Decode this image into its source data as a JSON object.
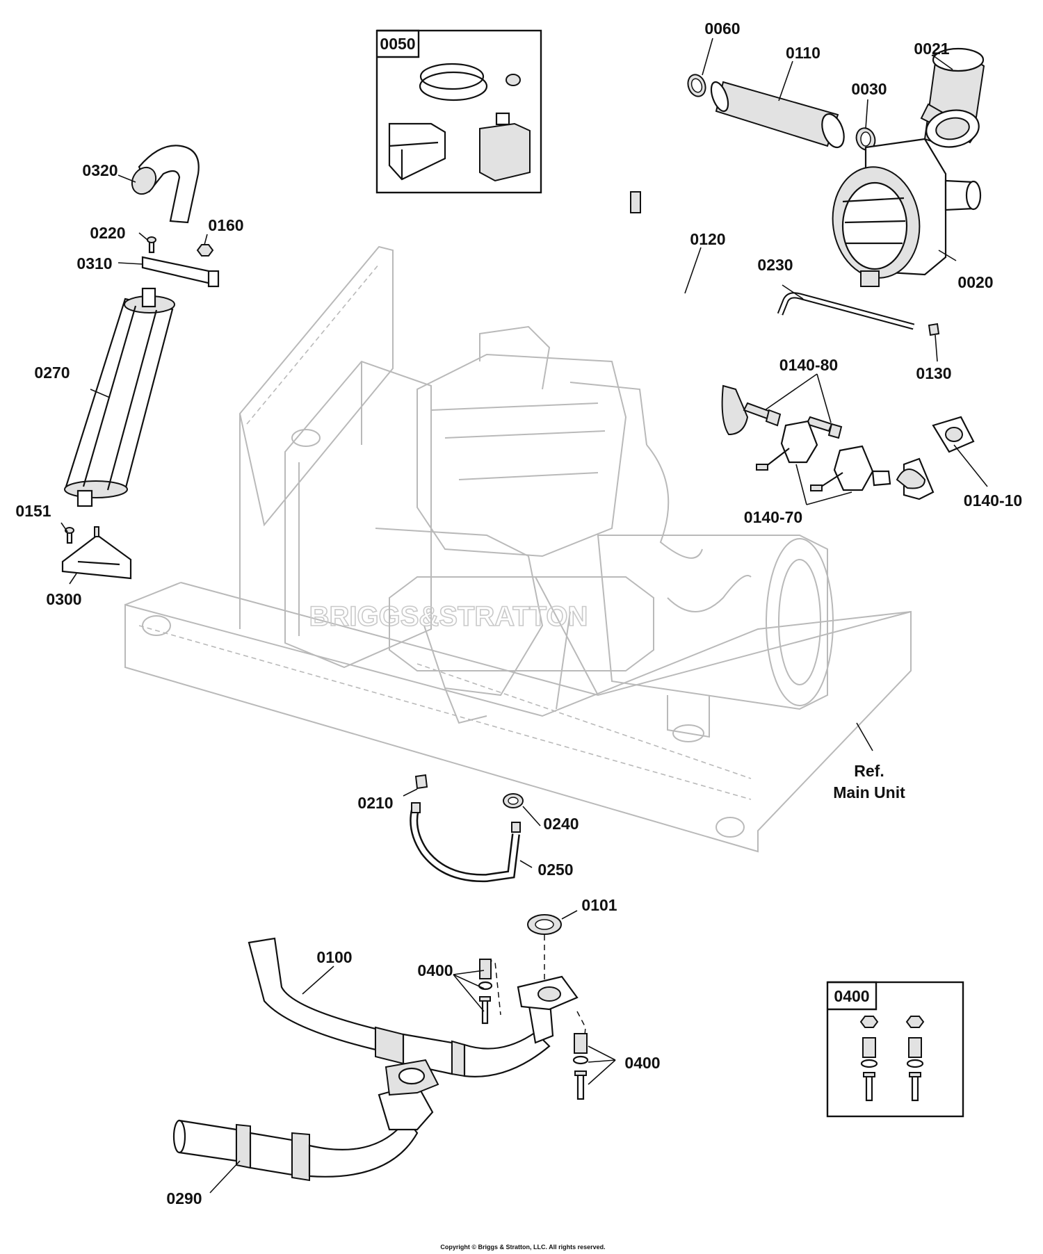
{
  "kit_box_0050": {
    "title": "0050"
  },
  "kit_box_0400": {
    "title": "0400"
  },
  "callouts": {
    "c0060": "0060",
    "c0110": "0110",
    "c0021": "0021",
    "c0030": "0030",
    "c0320": "0320",
    "c0220": "0220",
    "c0160": "0160",
    "c0310": "0310",
    "c0120": "0120",
    "c0230": "0230",
    "c0020": "0020",
    "c0270": "0270",
    "c0130": "0130",
    "c0140_80": "0140-80",
    "c0140_70": "0140-70",
    "c0140_10": "0140-10",
    "c0151": "0151",
    "c0300": "0300",
    "c0210": "0210",
    "c0240": "0240",
    "c0250": "0250",
    "c0101": "0101",
    "c0100": "0100",
    "c0400a": "0400",
    "c0400b": "0400",
    "c0290": "0290"
  },
  "reference": {
    "line1": "Ref.",
    "line2": "Main Unit"
  },
  "copyright": "Copyright © Briggs & Stratton, LLC. All rights reserved.",
  "watermark": "BRIGGS&STRATTON"
}
